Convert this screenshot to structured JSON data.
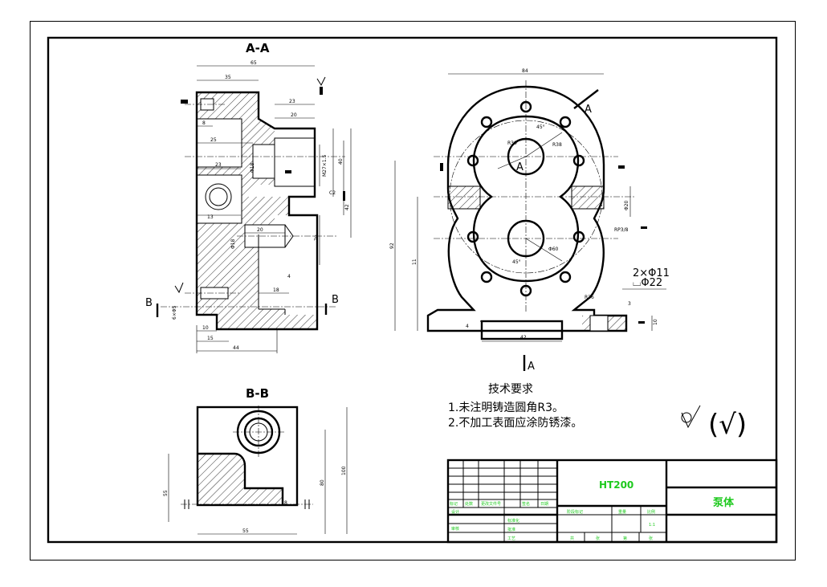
{
  "views": {
    "section_aa": "A-A",
    "section_bb": "B-B",
    "arrow_a": "A",
    "arrow_b": "B"
  },
  "dims_aa": {
    "width": "65",
    "depth": "35",
    "boss_len": "23",
    "bore_len": "20",
    "step": "8",
    "bore_depth": "25",
    "shaft_len": "23",
    "window": "13",
    "bottom_bore": "20",
    "rib": "18",
    "rib2": "4",
    "chamfer": "C2",
    "d_thread": "M27×1.5",
    "d_40": "40",
    "d_42": "42",
    "d_70": "70",
    "base_10": "10",
    "base_15": "15",
    "base_44": "44",
    "pin": "6×Φ5",
    "tol1": "Φ18",
    "tol2": "Φ18"
  },
  "dims_front": {
    "top": "84",
    "height": "92",
    "center_h": "11",
    "ang1": "45°",
    "ang2": "45°",
    "r1": "R30",
    "r2": "R38",
    "d_port": "Φ20",
    "thread": "RP3/8",
    "holes": "2×Φ11",
    "cbore": "⌴Φ22",
    "base_len": "42",
    "base_h": "10",
    "base_3": "3",
    "base_4": "4",
    "r_small": "R36",
    "r_pcd": "Φ60"
  },
  "dims_bb": {
    "width": "55",
    "height_55": "55",
    "height_80": "80",
    "height_100": "100",
    "foot": "8"
  },
  "requirements": {
    "title": "技术要求",
    "items": [
      "1.未注明铸造圆角R3。",
      "2.不加工表面应涂防锈漆。"
    ]
  },
  "roughness": "(√)",
  "title_block": {
    "material": "HT200",
    "part_name": "泵体",
    "scale": "1:1",
    "cells": [
      "标记",
      "处数",
      "更改文件号",
      "签名",
      "日期",
      "设计",
      "审核",
      "工艺",
      "阶段标记",
      "重量",
      "比例",
      "共",
      "张",
      "第",
      "张",
      "标准化",
      "批准"
    ]
  },
  "colors": {
    "line": "#000000",
    "title_text": "#1ec91e"
  }
}
